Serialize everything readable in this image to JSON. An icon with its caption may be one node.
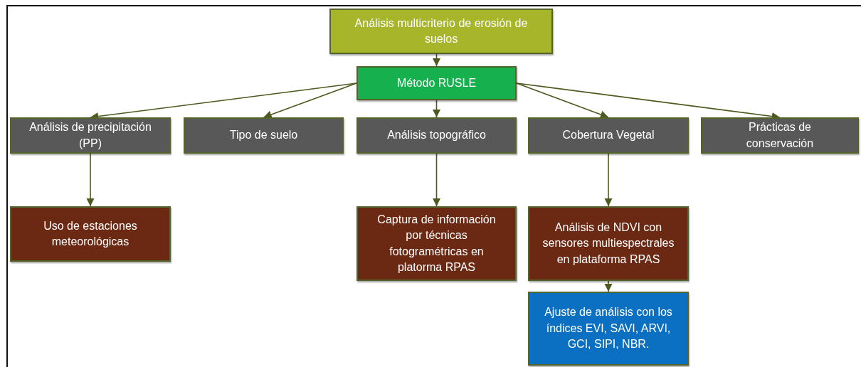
{
  "diagram": {
    "nodes": [
      {
        "text": [
          "Análisis multicriterio de erosión de suelos"
        ]
      },
      {
        "text": [
          "Método RUSLE"
        ]
      },
      {
        "text": [
          "Análisis de precipitación (PP)"
        ]
      },
      {
        "text": [
          "Tipo de suelo"
        ]
      },
      {
        "text": [
          "Análisis topográfico"
        ]
      },
      {
        "text": [
          "Cobertura Vegetal"
        ]
      },
      {
        "text": [
          "Prácticas de conservación"
        ]
      },
      {
        "text": [
          "Uso de estaciones meteorológicas"
        ]
      },
      {
        "text": [
          "Captura de información por técnicas fotogramétricas en platorma RPAS"
        ]
      },
      {
        "text": [
          "Análisis de NDVI con sensores multiespectrales en plataforma RPAS"
        ]
      },
      {
        "text": [
          "Ajuste de análisis con los índices EVI, SAVI, ARVI, GCI, SIPI, NBR."
        ]
      }
    ],
    "edges": [
      {
        "from": 0,
        "to": 1,
        "arrow": "to"
      },
      {
        "from": 1,
        "to": 2,
        "arrow": "to"
      },
      {
        "from": 1,
        "to": 3,
        "arrow": "to"
      },
      {
        "from": 1,
        "to": 4,
        "arrow": "to"
      },
      {
        "from": 1,
        "to": 5,
        "arrow": "to"
      },
      {
        "from": 1,
        "to": 6,
        "arrow": "to"
      },
      {
        "from": 2,
        "to": 7,
        "arrow": "to"
      },
      {
        "from": 4,
        "to": 8,
        "arrow": "to"
      },
      {
        "from": 5,
        "to": 9,
        "arrow": "to"
      },
      {
        "from": 9,
        "to": 10,
        "arrow": "to"
      }
    ]
  }
}
